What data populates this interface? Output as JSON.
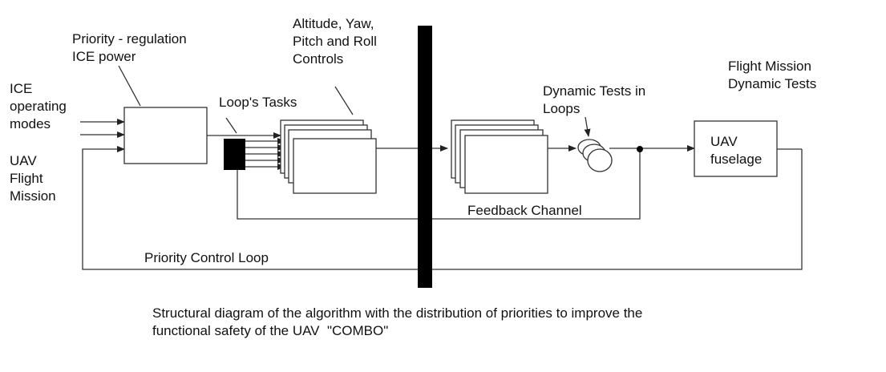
{
  "labels": {
    "ice_modes": "ICE\noperating\nmodes",
    "uav_flight_mission": "UAV\nFlight\nMission",
    "priority_regulation": "Priority - regulation\nICE power",
    "loops_tasks": "Loop's Tasks",
    "controls": "Altitude, Yaw,\nPitch and Roll\nControls",
    "dynamic_tests": "Dynamic Tests in\nLoops",
    "flight_mission_tests": "Flight Mission\nDynamic Tests",
    "uav_fuselage": "UAV\nfuselage",
    "feedback_channel": "Feedback Channel",
    "priority_control_loop": "Priority Control Loop"
  },
  "caption": {
    "line1": "Structural diagram of the algorithm with the distribution of priorities to improve the",
    "line2": "functional safety of the UAV  \"COMBO\""
  }
}
